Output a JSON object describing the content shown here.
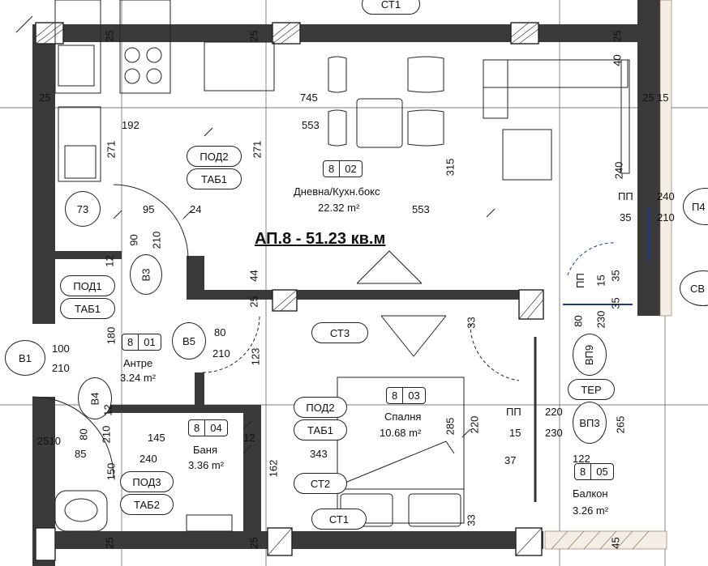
{
  "title": "АП.8 - 51.23 кв.м",
  "rooms": [
    {
      "no": "8",
      "code": "02",
      "name": "Дневна/Кухн.бокс",
      "area": "22.32 m²"
    },
    {
      "no": "8",
      "code": "01",
      "name": "Антре",
      "area": "3.24 m²"
    },
    {
      "no": "8",
      "code": "04",
      "name": "Баня",
      "area": "3.36 m²"
    },
    {
      "no": "8",
      "code": "03",
      "name": "Спалня",
      "area": "10.68 m²"
    },
    {
      "no": "8",
      "code": "05",
      "name": "Балкон",
      "area": "3.26 m²"
    }
  ],
  "finish_tags": {
    "pod2_a": "ПОД2",
    "tab1_a": "ТАБ1",
    "pod1": "ПОД1",
    "tab1_b": "ТАБ1",
    "pod2_b": "ПОД2",
    "tab1_c": "ТАБ1",
    "pod3": "ПОД3",
    "tab2": "ТАБ2",
    "ct1_top": "СТ1",
    "ct3": "СТ3",
    "ct2": "СТ2",
    "ct1_bottom": "СТ1",
    "ter": "ТЕР"
  },
  "door_marks": {
    "b1": "В1",
    "b3": "В3",
    "b4": "В4",
    "b5": "В5",
    "vp9": "ВП9",
    "vp3": "ВП3",
    "p4": "П4",
    "cb": "СВ",
    "n73": "73"
  },
  "dimensions": {
    "d25_a": "25",
    "d25_b": "25",
    "d25_c": "25",
    "d25_d": "25",
    "d25_e": "25",
    "d25_f": "25",
    "d25_g": "25",
    "d25_h": "25",
    "d2510": "2510",
    "d40": "40",
    "d25_15": "25 15",
    "d745": "745",
    "d192": "192",
    "d553_a": "553",
    "d553_b": "553",
    "d271_a": "271",
    "d271_b": "271",
    "d315": "315",
    "d240_a": "240",
    "d240_b": "240",
    "d210_a": "210",
    "d35_a": "35",
    "d95": "95",
    "d24": "24",
    "d90": "90",
    "d210_b": "210",
    "d12_a": "12",
    "d44": "44",
    "pp_a": "ПП",
    "pp_b": "ПП",
    "pp_c": "ПП",
    "pp_d": "ПП",
    "d15_a": "15",
    "d35_b": "35",
    "d35_c": "35",
    "d180": "180",
    "d100": "100",
    "d210_c": "210",
    "d80_a": "80",
    "d210_d": "210",
    "d123": "123",
    "d33_a": "33",
    "d80_b": "80",
    "d230_a": "230",
    "d12_b": "12",
    "d210_e": "210",
    "d80_c": "80",
    "d85": "85",
    "d145": "145",
    "d240_c": "240",
    "d150": "150",
    "d12_c": "12",
    "d162": "162",
    "d343": "343",
    "d285": "285",
    "d220_a": "220",
    "d220_b": "220",
    "d15_b": "15",
    "d230_b": "230",
    "d37": "37",
    "d265": "265",
    "d122": "122",
    "d33_b": "33",
    "d45": "45"
  }
}
